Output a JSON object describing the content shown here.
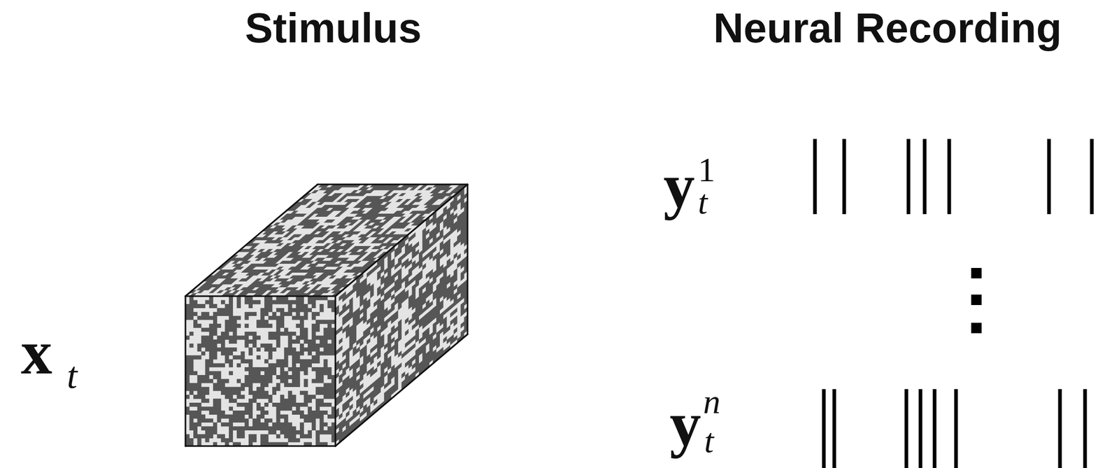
{
  "diagram": {
    "labels": [
      "Stimulus",
      "Neural Recording",
      "x",
      "t",
      "y",
      "1",
      "t",
      "y",
      "n",
      "t"
    ]
  }
}
